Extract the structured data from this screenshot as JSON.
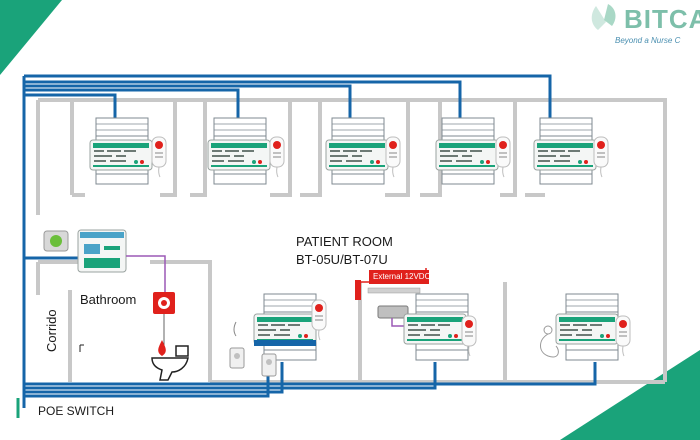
{
  "header": {
    "brand_name": "BITCA",
    "brand_tagline": "Beyond a Nurse C",
    "colors": {
      "accent_green": "#1aa37a",
      "cable_blue": "#1565a8",
      "wall_gray": "#c8c8c8",
      "alert_red": "#e0211c",
      "brand_green": "#7dbfaa"
    }
  },
  "diagram": {
    "patient_room_title": "PATIENT ROOM",
    "patient_room_model": "BT-05U/BT-07U",
    "bathroom_label": "Bathroom",
    "corridor_label": "Corrido",
    "poe_switch_label": "POE SWITCH",
    "external_power_label": "External 12VDC"
  }
}
